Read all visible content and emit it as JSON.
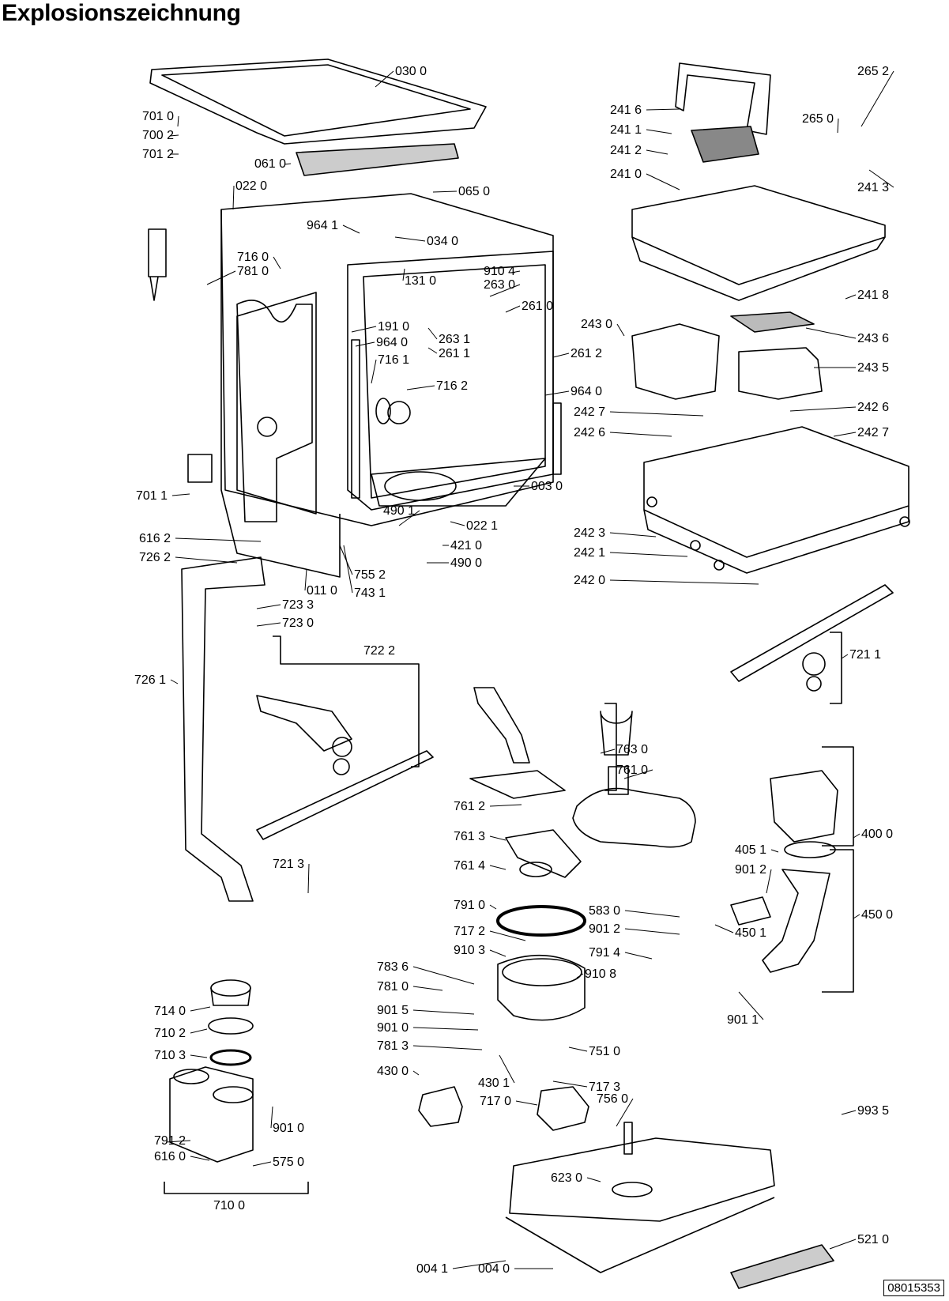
{
  "title": "Explosionszeichnung",
  "document_number": "08015353",
  "parts": [
    "030 0",
    "061 0",
    "022 0",
    "065 0",
    "964 1",
    "034 0",
    "716 0",
    "781 0",
    "131 0",
    "910 4",
    "263 0",
    "701 0",
    "700 2",
    "701 2",
    "261 0",
    "191 0",
    "263 1",
    "243 0",
    "964 0",
    "261 1",
    "261 2",
    "716 1",
    "716 2",
    "964 0",
    "003 0",
    "701 1",
    "490 1",
    "022 1",
    "421 0",
    "490 0",
    "616 2",
    "726 2",
    "011 0",
    "755 2",
    "743 1",
    "723 3",
    "723 0",
    "722 2",
    "726 1",
    "721 3",
    "714 0",
    "710 2",
    "710 3",
    "791 2",
    "616 0",
    "575 0",
    "901 0",
    "710 0",
    "241 6",
    "241 1",
    "241 2",
    "241 0",
    "265 2",
    "265 0",
    "241 3",
    "241 8",
    "243 6",
    "243 5",
    "242 7",
    "242 6",
    "242 6",
    "242 7",
    "242 3",
    "242 1",
    "242 0",
    "721 1",
    "763 0",
    "761 0",
    "761 2",
    "761 3",
    "761 4",
    "791 0",
    "717 2",
    "910 3",
    "783 6",
    "781 0",
    "901 5",
    "901 0",
    "781 3",
    "430 0",
    "430 1",
    "717 0",
    "717 3",
    "751 0",
    "910 8",
    "583 0",
    "901 2",
    "791 4",
    "400 0",
    "405 1",
    "901 2",
    "450 1",
    "450 0",
    "901 1",
    "756 0",
    "623 0",
    "993 5",
    "004 1",
    "004 0",
    "521 0"
  ]
}
